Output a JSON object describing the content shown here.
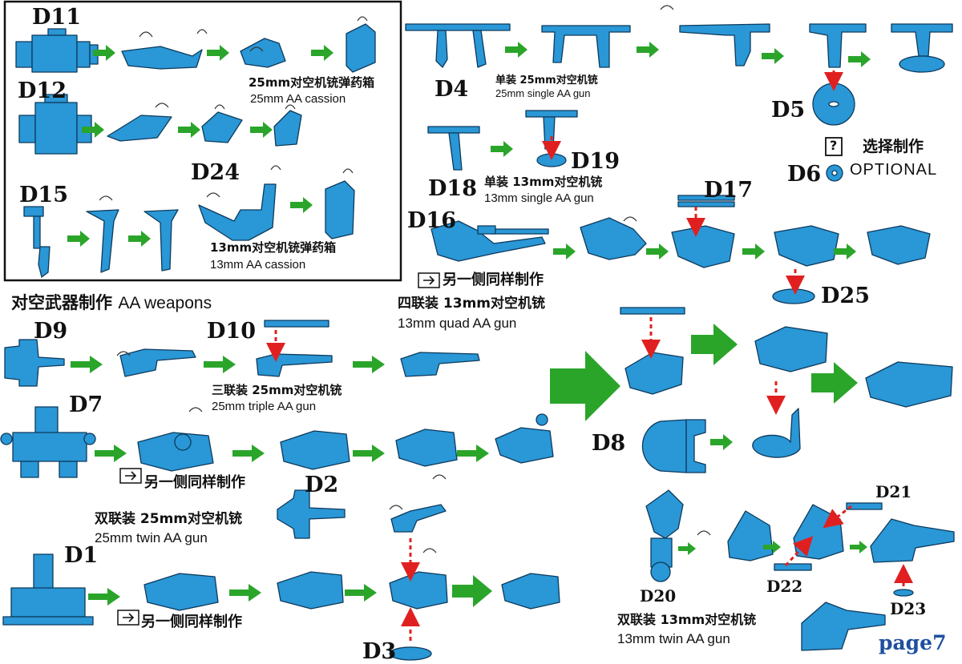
{
  "colors": {
    "part": "#2a97d6",
    "outline": "#0d3a5c",
    "arrow": "#2aa52a",
    "guide": "#e02020",
    "page_number": "#1e4fa0"
  },
  "page": {
    "section_title": "对空武器制作",
    "section_title_en": "AA weapons",
    "number": "page7"
  },
  "labels": {
    "d1": "D1",
    "d2": "D2",
    "d3": "D3",
    "d4": "D4",
    "d5": "D5",
    "d6": "D6",
    "d7": "D7",
    "d8": "D8",
    "d9": "D9",
    "d10": "D10",
    "d11": "D11",
    "d12": "D12",
    "d15": "D15",
    "d16": "D16",
    "d17": "D17",
    "d18": "D18",
    "d19": "D19",
    "d20": "D20",
    "d21": "D21",
    "d22": "D22",
    "d23": "D23",
    "d24": "D24",
    "d25": "D25"
  },
  "captions": {
    "cassion_25": {
      "cn": "25mm对空机铳弹药箱",
      "en": "25mm AA cassion"
    },
    "cassion_13": {
      "cn": "13mm对空机铳弹药箱",
      "en": "13mm AA cassion"
    },
    "single_25": {
      "cn": "单装 25mm对空机铳",
      "en": "25mm single AA gun"
    },
    "single_13": {
      "cn": "单装 13mm对空机铳",
      "en": "13mm single AA gun"
    },
    "quad_13": {
      "cn": "四联装 13mm对空机铳",
      "en": "13mm quad AA gun"
    },
    "triple_25": {
      "cn": "三联装 25mm对空机铳",
      "en": "25mm triple AA gun"
    },
    "twin_25": {
      "cn": "双联装 25mm对空机铳",
      "en": "25mm twin AA gun"
    },
    "twin_13": {
      "cn": "双联装 13mm对空机铳",
      "en": "13mm twin AA gun"
    }
  },
  "optional": {
    "mark": "?",
    "cn": "选择制作",
    "en": "OPTIONAL"
  },
  "mirror_note": "另一侧同样制作",
  "icons": [
    "mirror-side-icon",
    "rotate-arrow-icon",
    "step-arrow-icon",
    "guide-line-icon",
    "question-mark-icon"
  ]
}
